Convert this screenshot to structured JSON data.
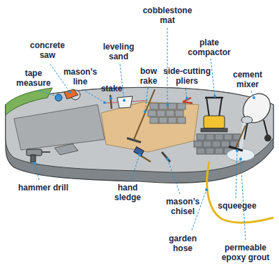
{
  "diagram": {
    "labels": [
      "cobblestone mat",
      "concrete saw",
      "leveling sand",
      "plate compactor",
      "tape measure",
      "mason’s line",
      "bow rake",
      "side-cutting pliers",
      "cement mixer",
      "stake",
      "hammer drill",
      "hand sledge",
      "mason’s chisel",
      "squeegee",
      "garden hose",
      "permeable epoxy grout"
    ]
  }
}
